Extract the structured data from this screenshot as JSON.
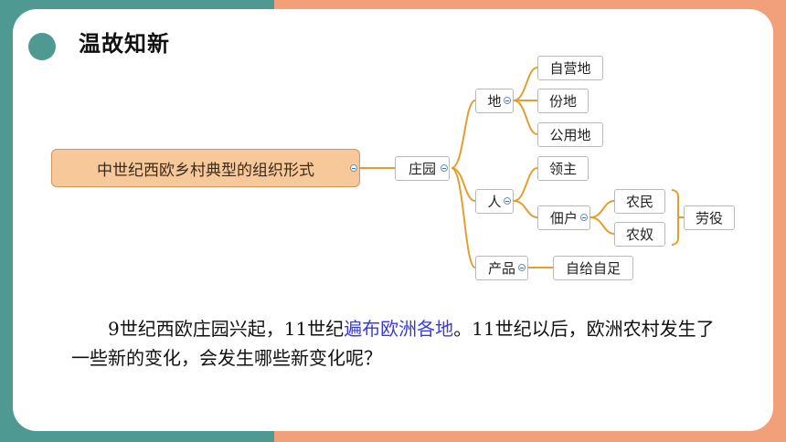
{
  "title": "温故知新",
  "mindmap": {
    "root": "中世纪西欧乡村典型的组织形式",
    "center": "庄园",
    "branches": [
      {
        "label": "地",
        "children": [
          "自营地",
          "份地",
          "公用地"
        ]
      },
      {
        "label": "人",
        "children": [
          "领主",
          "佃户"
        ],
        "sub": {
          "parent": "佃户",
          "children": [
            "农民",
            "农奴"
          ],
          "group_label": "劳役"
        }
      },
      {
        "label": "产品",
        "children": [
          "自给自足"
        ]
      }
    ],
    "line_color": "#e0a030",
    "root_fill": "#f6c89a"
  },
  "paragraph": {
    "part1": "9世纪西欧庄园兴起，11世纪",
    "highlight": "遍布欧洲各地",
    "part2": "。11世纪以后，欧洲农村发生了一些新的变化，会发生哪些新变化呢？",
    "highlight_color": "#3b3bd8"
  },
  "colors": {
    "teal": "#4e9a93",
    "salmon": "#f2a07a"
  }
}
